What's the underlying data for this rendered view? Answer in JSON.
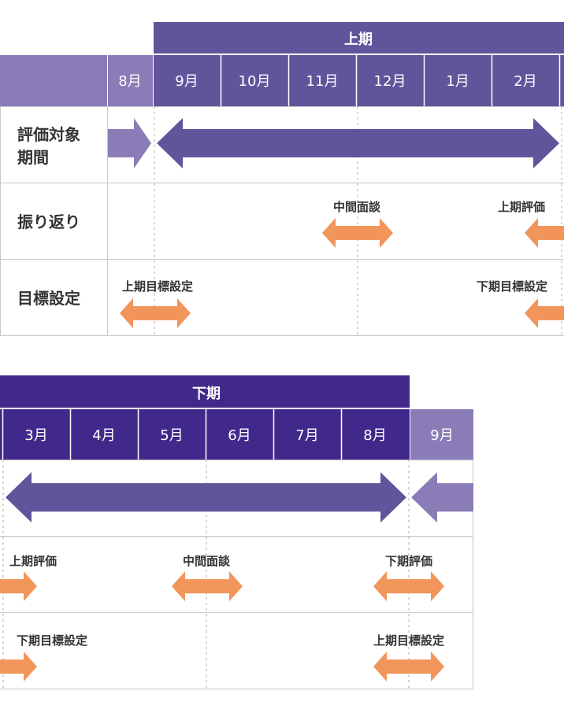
{
  "colors": {
    "period_dark": "#62549b",
    "period_dark_2": "#41298b",
    "period_light": "#8a7db7",
    "label_header": "#8a7db7",
    "orange": "#f2955b",
    "grid": "#c8c8c8",
    "dotted": "#bbbbbb",
    "text": "#333333"
  },
  "row_labels": {
    "evaluation_line1": "評価対象",
    "evaluation_line2": "期間",
    "review": "振り返り",
    "goal": "目標設定"
  },
  "top": {
    "period_title": "上期",
    "months": [
      "8月",
      "9月",
      "10月",
      "11月",
      "12月",
      "1月",
      "2月"
    ],
    "review_events": [
      "中間面談",
      "上期評価"
    ],
    "goal_events": [
      "上期目標設定",
      "下期目標設定"
    ]
  },
  "bottom": {
    "period_title": "下期",
    "months": [
      "3月",
      "4月",
      "5月",
      "6月",
      "7月",
      "8月",
      "9月"
    ],
    "review_events": [
      "上期評価",
      "中間面談",
      "下期評価"
    ],
    "goal_events": [
      "下期目標設定",
      "上期目標設定"
    ]
  }
}
